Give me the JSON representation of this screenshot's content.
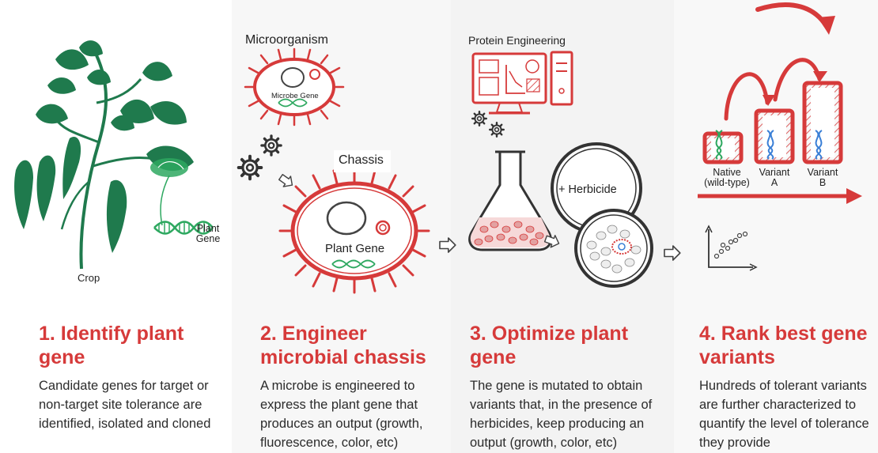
{
  "colors": {
    "accent": "#d63a3a",
    "plant": "#1f7a4d",
    "dna_green": "#2ea860",
    "dna_blue": "#3a7fd6",
    "text": "#2b2b2b"
  },
  "steps": [
    {
      "title": "1. Identify plant gene",
      "description": "Candidate genes for target or non-target site tolerance are identified, isolated and cloned",
      "labels": {
        "crop": "Crop",
        "plant_gene": "Plant Gene"
      }
    },
    {
      "title": "2. Engineer microbial chassis",
      "description": "A microbe is engineered to express the plant gene that produces an output (growth, fluorescence, color, etc)",
      "labels": {
        "microorganism": "Microorganism",
        "microbe_gene": "Microbe Gene",
        "chassis": "Chassis",
        "plant_gene": "Plant Gene"
      }
    },
    {
      "title": "3. Optimize plant gene",
      "description": "The gene is mutated to obtain variants that, in the presence of herbicides, keep producing an output (growth, color, etc)",
      "labels": {
        "protein_engineering": "Protein Engineering",
        "herbicide": "+ Herbicide"
      }
    },
    {
      "title": "4. Rank best gene variants",
      "description": "Hundreds of tolerant variants are further characterized to quantify the level of tolerance they provide",
      "labels": {
        "native": "Native",
        "wild_type": "(wild-type)",
        "variant": "Variant",
        "variant_a": "A",
        "variant_b": "B"
      },
      "ranking_bars": [
        {
          "name": "Native (wild-type)",
          "level": 0.33
        },
        {
          "name": "Variant A",
          "level": 0.6
        },
        {
          "name": "Variant B",
          "level": 0.93
        }
      ]
    }
  ],
  "icons": [
    "plant-icon",
    "dna-icon",
    "microbe-icon",
    "gear-icon",
    "arrow-icon",
    "computer-icon",
    "flask-icon",
    "petri-dish-icon",
    "scatter-plot-icon"
  ]
}
